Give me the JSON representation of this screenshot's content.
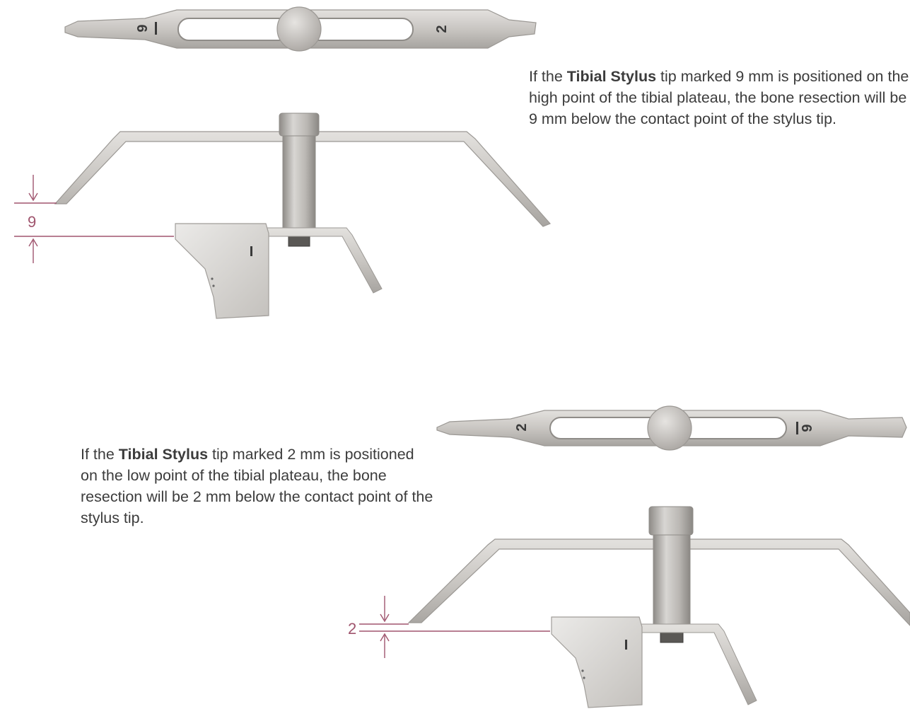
{
  "captions": {
    "top": {
      "prefix": "If the ",
      "bold": "Tibial Stylus",
      "rest": " tip marked 9 mm is positioned on the high point of the tibial plateau, the bone resection will be 9 mm below the contact point of the stylus tip."
    },
    "bottom": {
      "prefix": "If the ",
      "bold": "Tibial Stylus",
      "rest": " tip marked 2 mm is positioned on the low point of the tibial plateau, the bone resection will be 2 mm below the contact point of the stylus tip."
    }
  },
  "dimensions": {
    "top": "9",
    "bottom": "2"
  },
  "stylus_markings": {
    "top_left": "9",
    "top_right": "2",
    "bottom_left": "2",
    "bottom_right": "9"
  },
  "colors": {
    "dimension": "#a0556e",
    "text": "#3c3c3c",
    "metal_light": "#d6d4d1",
    "metal_mid": "#b9b6b2",
    "metal_dark": "#8f8c88"
  }
}
